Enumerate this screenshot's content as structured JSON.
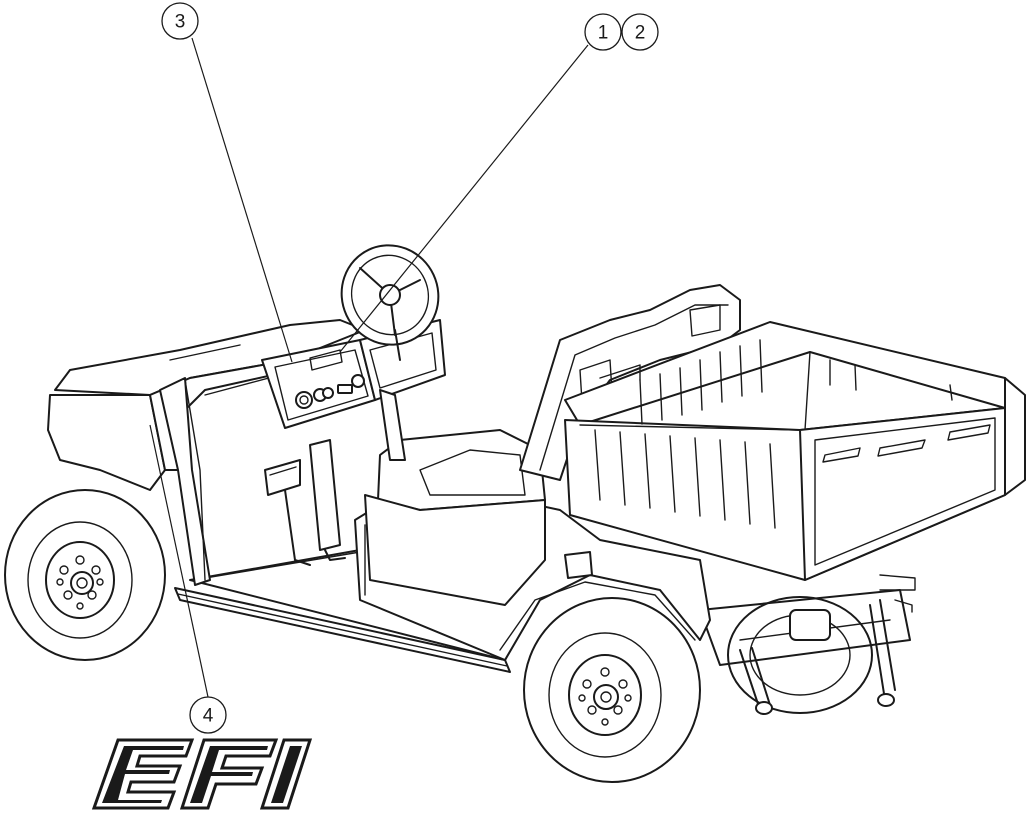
{
  "callouts": {
    "c1": "1",
    "c2": "2",
    "c3": "3",
    "c4": "4"
  },
  "logo": {
    "text": "EFI"
  },
  "colors": {
    "ink": "#1a1a1a",
    "paper": "#ffffff"
  }
}
